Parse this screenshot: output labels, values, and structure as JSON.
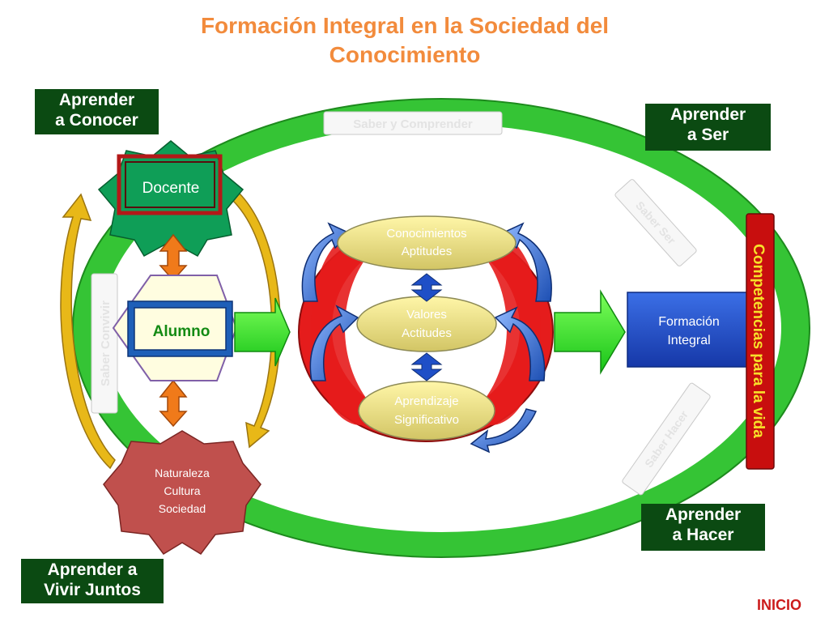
{
  "title": {
    "line1": "Formación Integral en la Sociedad del",
    "line2": "Conocimiento"
  },
  "pillars": {
    "conocer": {
      "line1": "Aprender",
      "line2": "a Conocer"
    },
    "ser": {
      "line1": "Aprender",
      "line2": "a Ser"
    },
    "hacer": {
      "line1": "Aprender",
      "line2": "a Hacer"
    },
    "vivir": {
      "line1": "Aprender a",
      "line2": "Vivir Juntos"
    }
  },
  "ring_labels": {
    "top": "Saber y Comprender",
    "left": "Saber Convivir",
    "right_top": "Saber Ser",
    "right_bottom": "Saber Hacer"
  },
  "nodes": {
    "docente": "Docente",
    "alumno": "Alumno",
    "naturaleza": {
      "line1": "Naturaleza",
      "line2": "Cultura",
      "line3": "Sociedad"
    },
    "conocimientos": {
      "line1": "Conocimientos",
      "line2": "Aptitudes"
    },
    "valores": {
      "line1": "Valores",
      "line2": "Actitudes"
    },
    "aprendizaje": {
      "line1": "Aprendizaje",
      "line2": "Significativo"
    },
    "formacion": {
      "line1": "Formación",
      "line2": "Integral"
    }
  },
  "competencias": "Competencias para la vida",
  "inicio": "INICIO",
  "colors": {
    "title": "#f28b3c",
    "ring_green": "#33c233",
    "dark_green": "#0b4a12",
    "red": "#e51c1c",
    "blue": "#1f4fc7",
    "orange": "#f07a1a",
    "gold": "#e8b818"
  }
}
